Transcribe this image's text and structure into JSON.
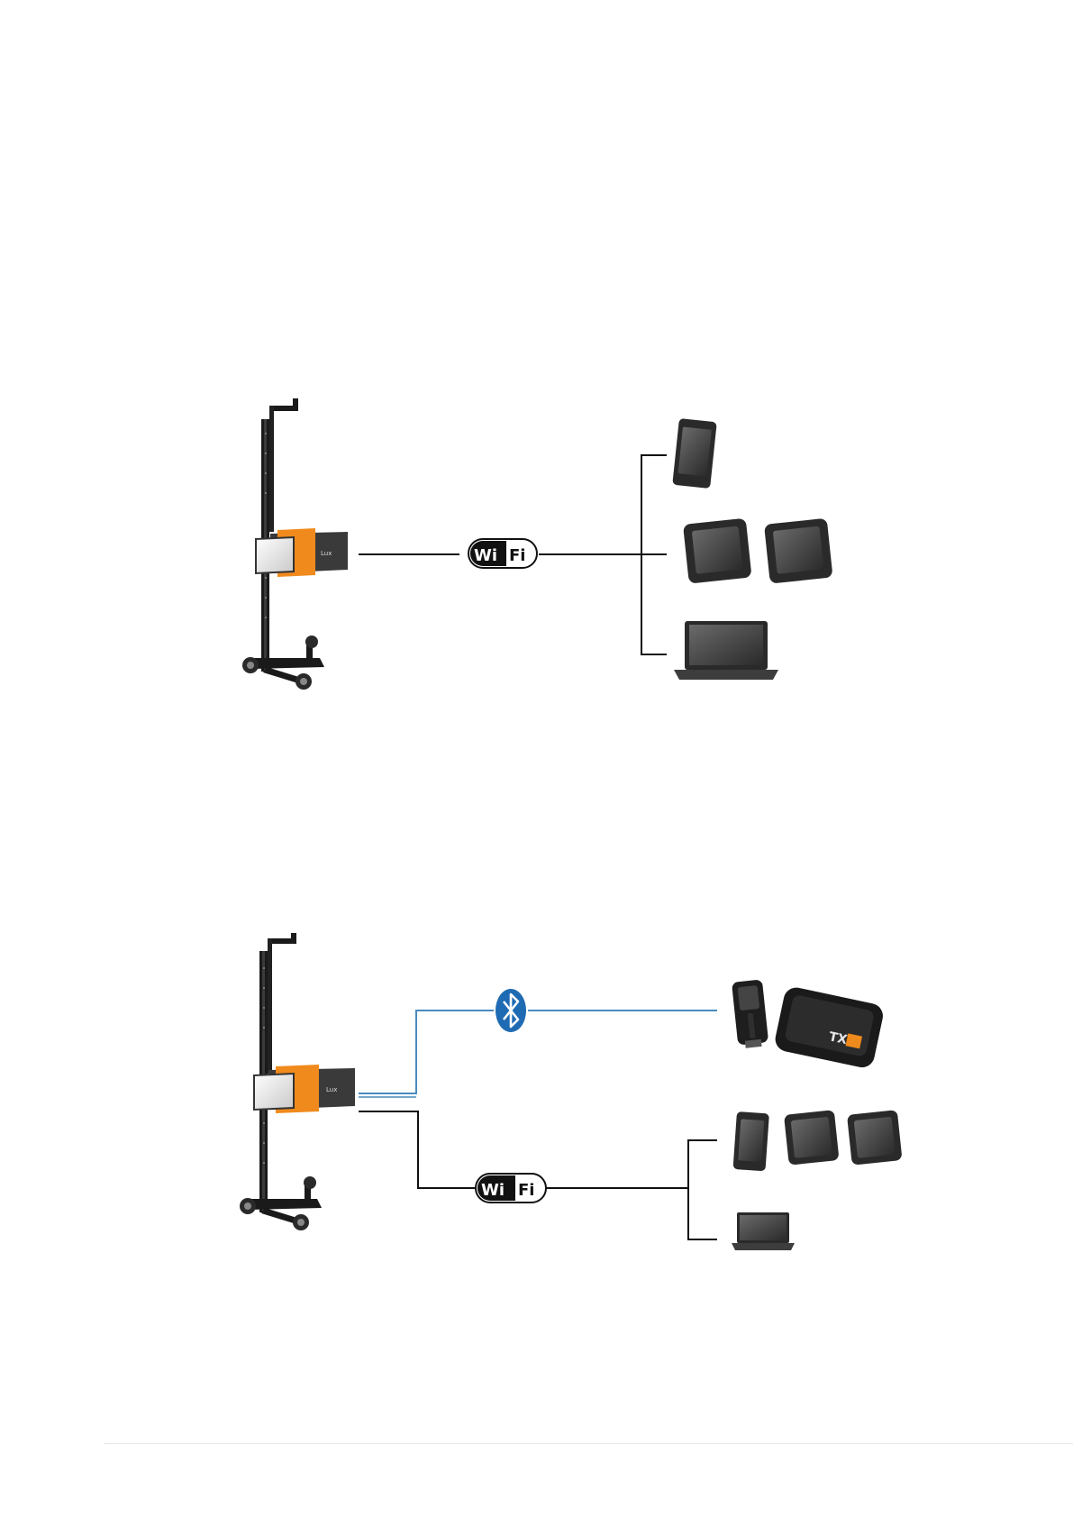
{
  "diagrams": [
    {
      "headlight_tester": {
        "label": "Lux"
      },
      "connection": {
        "badge_left": "Wi",
        "badge_right": "Fi"
      },
      "devices": [
        "tablet",
        "rugged-tablet",
        "rugged-tablet",
        "laptop"
      ]
    },
    {
      "headlight_tester": {
        "label": "Lux"
      },
      "bluetooth": {
        "icon": "bluetooth-icon",
        "line_color": "#4a8bbf",
        "badge_color": "#1f6bb3",
        "devices": [
          "vci-dongle",
          "txt-interface"
        ],
        "txt_label": "TXT"
      },
      "wifi": {
        "badge_left": "Wi",
        "badge_right": "Fi",
        "devices": [
          "tablet",
          "rugged-tablet",
          "rugged-tablet",
          "laptop"
        ]
      }
    }
  ],
  "colors": {
    "accent": "#f08a1c",
    "stand": "#1a1a1a",
    "line": "#111111"
  }
}
